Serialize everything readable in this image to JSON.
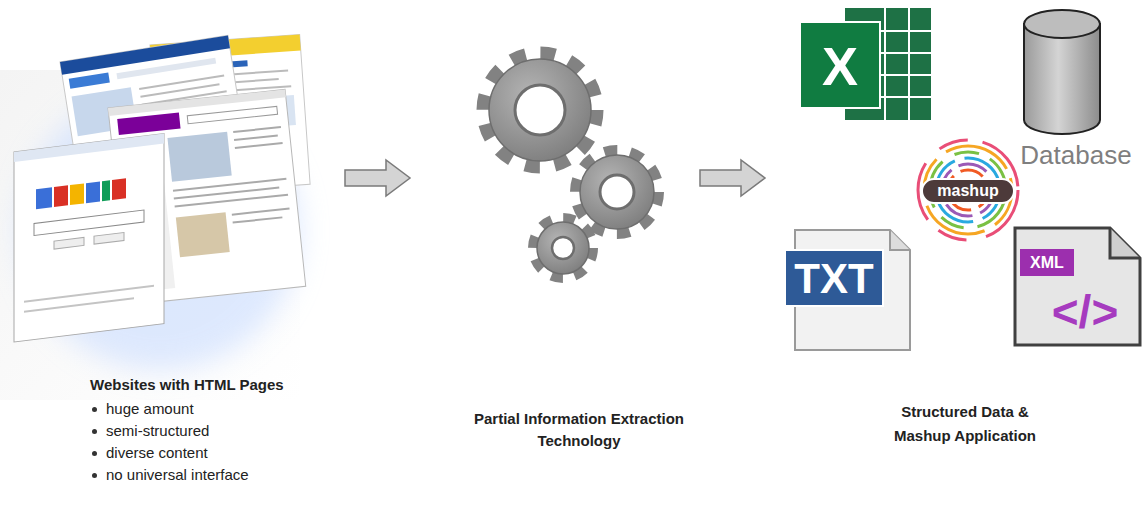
{
  "diagram": {
    "nodes": [
      {
        "text": [
          "Websites with HTML Pages",
          "huge amount",
          "semi-structured",
          "diverse content",
          "no universal interface"
        ]
      },
      {
        "text": [
          "Partial Information Extraction Technology"
        ]
      },
      {
        "text": [
          "Structured Data & Mashup Application"
        ]
      }
    ],
    "edges": [
      {
        "from": 0,
        "to": 1,
        "arrow": "to"
      },
      {
        "from": 1,
        "to": 2,
        "arrow": "to"
      }
    ],
    "labels": [
      "X",
      "Database",
      "mashup",
      "TXT",
      "XML",
      "</>"
    ]
  }
}
